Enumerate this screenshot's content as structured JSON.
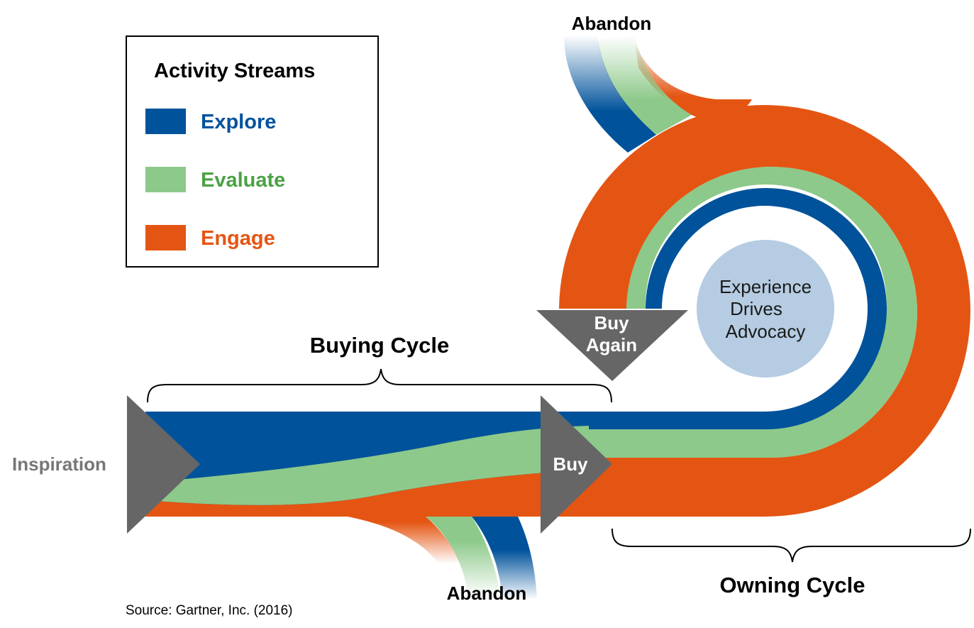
{
  "legend": {
    "title": "Activity Streams",
    "items": [
      {
        "label": "Explore",
        "color": "#00529B"
      },
      {
        "label": "Evaluate",
        "color": "#8DC98A"
      },
      {
        "label": "Engage",
        "color": "#E45513"
      }
    ],
    "label_colors": [
      "#00529B",
      "#4BA244",
      "#E45513"
    ]
  },
  "labels": {
    "inspiration": "Inspiration",
    "buying_cycle": "Buying Cycle",
    "owning_cycle": "Owning Cycle",
    "buy": "Buy",
    "buy_again_line1": "Buy",
    "buy_again_line2": "Again",
    "abandon_top": "Abandon",
    "abandon_bottom": "Abandon",
    "center_line1": "Experience",
    "center_line2": "Drives",
    "center_line3": "Advocacy",
    "source": "Source: Gartner, Inc. (2016)"
  },
  "colors": {
    "explore": "#00529B",
    "evaluate": "#8DC98A",
    "engage": "#E45513",
    "arrow": "#666666",
    "center": "#B5CCE2",
    "inspiration_text": "#777777"
  }
}
